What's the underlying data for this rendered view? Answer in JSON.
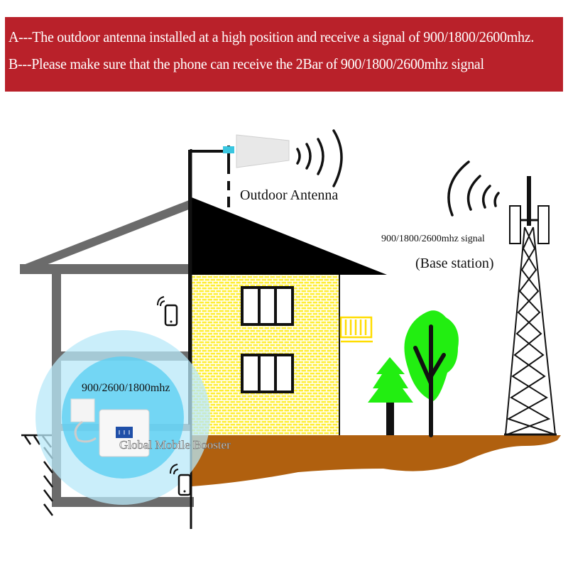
{
  "banner": {
    "background_color": "#b9212a",
    "line_a": "A---The outdoor antenna installed at a high position and  receive a signal of 900/1800/2600mhz.",
    "line_b": "B---Please make sure that the phone can receive the 2Bar of 900/1800/2600mhz signal"
  },
  "diagram": {
    "outdoor_antenna_label": "Outdoor Antenna",
    "base_station_signal_label": "900/1800/2600mhz signal",
    "base_station_label": "(Base station)",
    "booster_band_label": "900/2600/1800mhz",
    "watermark": "Global Mobile Booster",
    "colors": {
      "wall_gray": "#6b6b6b",
      "brick_yellow": "#ffee33",
      "roof_black": "#000000",
      "ground_brown": "#b0600f",
      "tree_green": "#22ee11",
      "coverage_outer": "#cdeefa",
      "coverage_inner": "#6ad3f2"
    }
  }
}
